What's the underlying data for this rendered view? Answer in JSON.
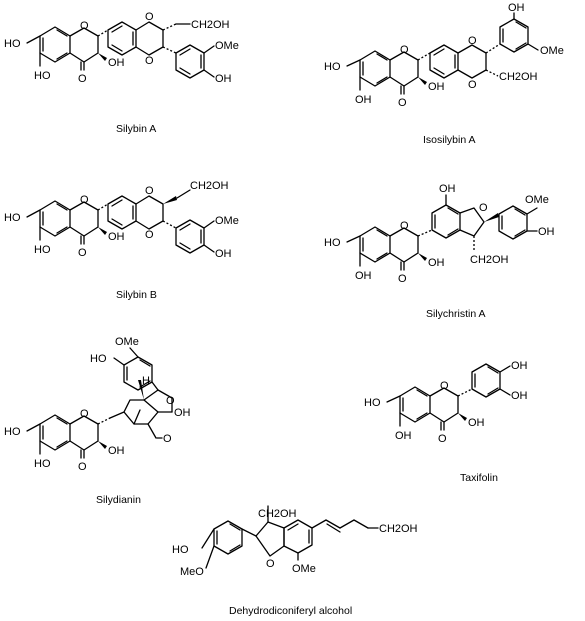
{
  "figure": {
    "compounds": [
      {
        "id": "silybin-a",
        "name": "Silybin A"
      },
      {
        "id": "isosilybin-a",
        "name": "Isosilybin A"
      },
      {
        "id": "silybin-b",
        "name": "Silybin B"
      },
      {
        "id": "silychristin-a",
        "name": "Silychristin A"
      },
      {
        "id": "silydianin",
        "name": "Silydianin"
      },
      {
        "id": "taxifolin",
        "name": "Taxifolin"
      },
      {
        "id": "dehydrodiconiferyl-alcohol",
        "name": "Dehydrodiconiferyl alcohol"
      }
    ],
    "labels": {
      "ho": "HO",
      "oh": "OH",
      "o": "O",
      "ome": "OMe",
      "meo": "MeO",
      "ch2oh": "CH2OH",
      "ch2oh_l": "CH2OH",
      "h": "H"
    }
  }
}
